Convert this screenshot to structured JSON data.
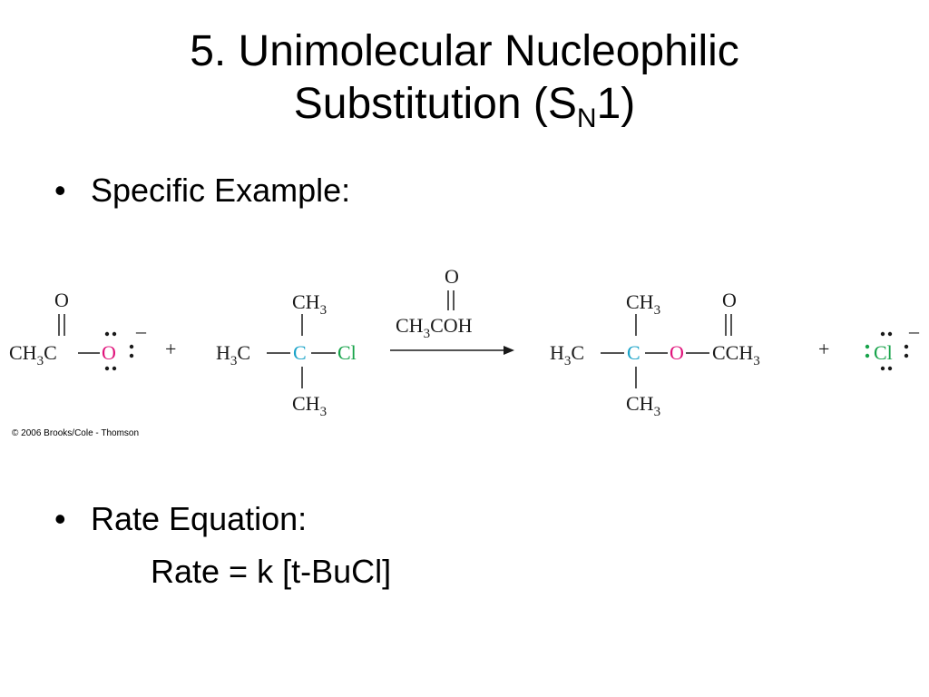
{
  "title": {
    "line1": "5. Unimolecular Nucleophilic",
    "line2_pre": "Substitution (S",
    "line2_sub": "N",
    "line2_post": "1)"
  },
  "bullets": {
    "specific_example": "Specific Example:",
    "rate_equation": "Rate Equation:",
    "rate_formula": "Rate = k [t-BuCl]"
  },
  "copyright": "© 2006 Brooks/Cole - Thomson",
  "scheme": {
    "acetate": {
      "ch": "CH",
      "sub3": "3",
      "c": "C",
      "o_top": "O",
      "o_anion": "O",
      "charge": "–"
    },
    "plus_1": "+",
    "tbucl": {
      "ch3_top": "CH",
      "h3c": "H",
      "c_center": "C",
      "cl": "Cl",
      "ch3_bottom": "CH",
      "sub3": "3"
    },
    "reagent": {
      "o_top": "O",
      "formula_ch": "CH",
      "sub3": "3",
      "formula_rest": "COH"
    },
    "product": {
      "ch3_top": "CH",
      "h3c": "H",
      "c_center": "C",
      "o_ester": "O",
      "o_carbonyl": "O",
      "cch": "CCH",
      "ch3_bottom": "CH",
      "sub3": "3"
    },
    "plus_2": "+",
    "chloride": {
      "cl": "Cl",
      "charge": "–"
    }
  },
  "colors": {
    "oxygen_anion": "#e0127a",
    "central_carbon": "#1aa3c8",
    "chlorine": "#17a34a",
    "ink": "#1a1a1a"
  }
}
